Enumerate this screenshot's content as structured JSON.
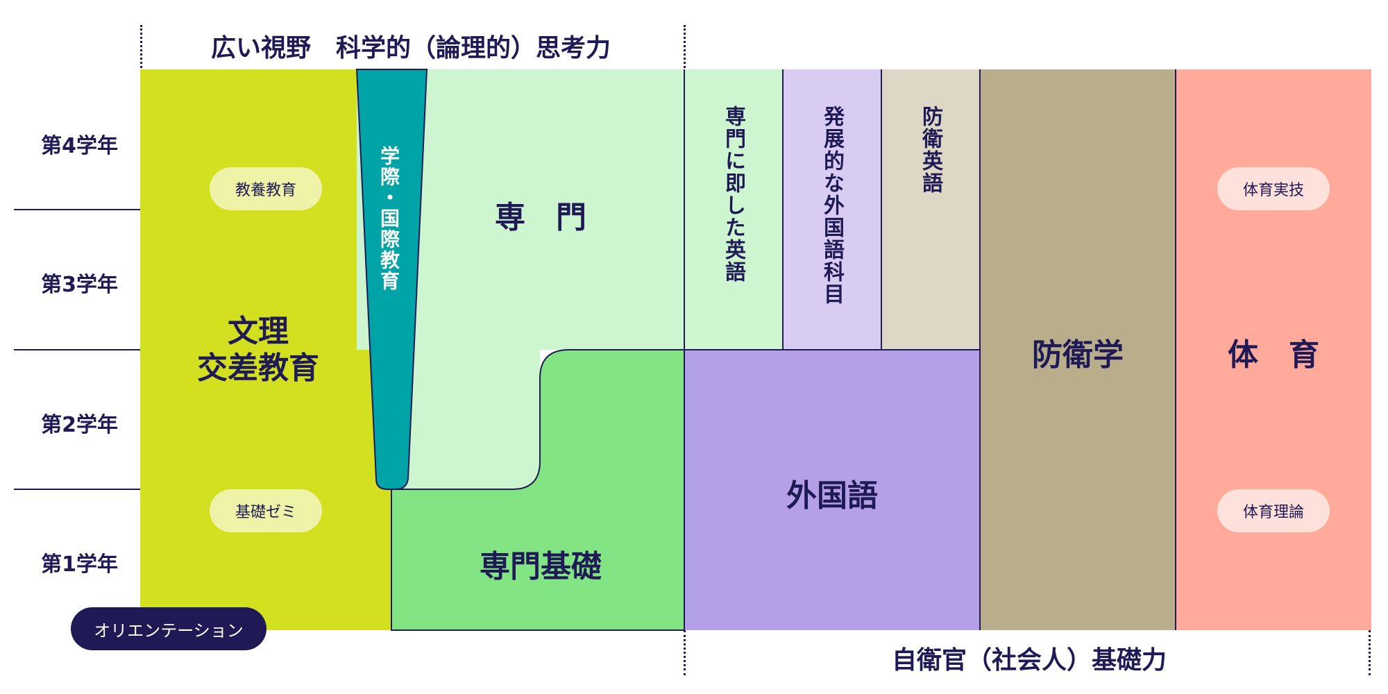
{
  "header": {
    "top_label": "広い視野　科学的（論理的）思考力",
    "bottom_label": "自衛官（社会人）基礎力"
  },
  "years": [
    "第4学年",
    "第3学年",
    "第2学年",
    "第1学年"
  ],
  "blocks": {
    "liberal": "文理\n交差教育",
    "international": "学際・国際教育",
    "major": "専　門",
    "major_basic": "専門基礎",
    "english_major": "専門に即した英語",
    "advanced_foreign": "発展的な外国語科目",
    "defense_english": "防衛英語",
    "foreign_language": "外国語",
    "defense_studies": "防衛学",
    "pe": "体　育"
  },
  "pills": {
    "general_education": "教養教育",
    "basic_seminar": "基礎ゼミ",
    "pe_practice": "体育実技",
    "pe_theory": "体育理論",
    "orientation": "オリエンテーション"
  },
  "colors": {
    "navy": "#1f1a55",
    "liberal": "#d3e020",
    "liberal_pill": "#eef3a8",
    "international": "#00a3a6",
    "major": "#cdf5cf",
    "major_basic": "#82e483",
    "foreign": "#b3a0e6",
    "advanced_foreign": "#d9ccf3",
    "defense_english": "#ddd7c5",
    "defense_studies": "#b8ae8c",
    "pe": "#ffaa9a",
    "pe_pill": "#ffe1db"
  }
}
